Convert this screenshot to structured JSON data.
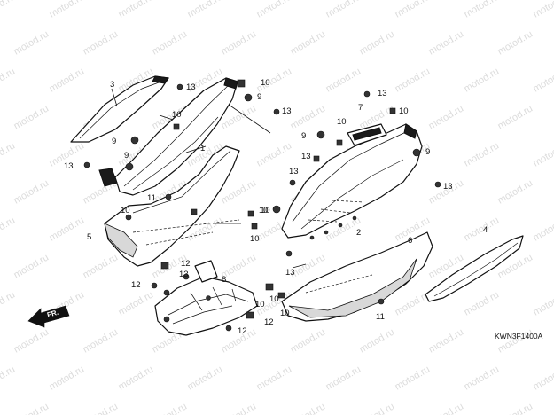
{
  "watermark": "motod.ru",
  "diagram_code": "KWN3F1400A",
  "direction_label": "FR.",
  "callouts": [
    "1",
    "2",
    "3",
    "4",
    "5",
    "6",
    "7",
    "8",
    "9",
    "10",
    "11",
    "12",
    "13"
  ]
}
